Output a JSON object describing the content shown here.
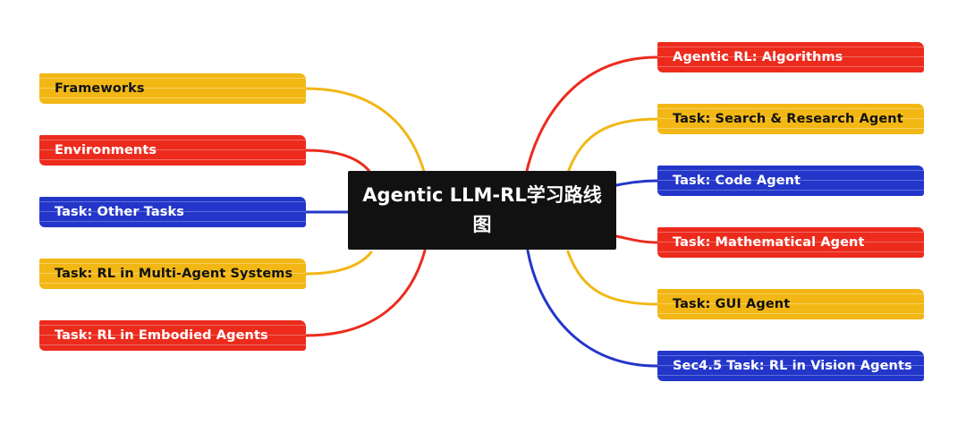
{
  "central_topic": {
    "title": "Agentic LLM-RL学习路线图"
  },
  "left_branches": [
    {
      "label": "Frameworks",
      "color": "#f2b714"
    },
    {
      "label": "Environments",
      "color": "#ec2b1d"
    },
    {
      "label": "Task: Other Tasks",
      "color": "#2336c9"
    },
    {
      "label": "Task: RL in Multi-Agent Systems",
      "color": "#f2b714"
    },
    {
      "label": "Task: RL in Embodied Agents",
      "color": "#ec2b1d"
    }
  ],
  "right_branches": [
    {
      "label": "Agentic RL: Algorithms",
      "color": "#ec2b1d"
    },
    {
      "label": "Task: Search & Research Agent",
      "color": "#f2b714"
    },
    {
      "label": "Task: Code Agent",
      "color": "#2336c9"
    },
    {
      "label": "Task: Mathematical Agent",
      "color": "#ec2b1d"
    },
    {
      "label": "Task: GUI Agent",
      "color": "#f2b714"
    },
    {
      "label": "Sec4.5 Task: RL in Vision Agents",
      "color": "#2336c9"
    }
  ],
  "colors": {
    "yellow": "#f2b714",
    "red": "#ec2b1d",
    "blue": "#2336c9",
    "center_bg": "#111111"
  }
}
